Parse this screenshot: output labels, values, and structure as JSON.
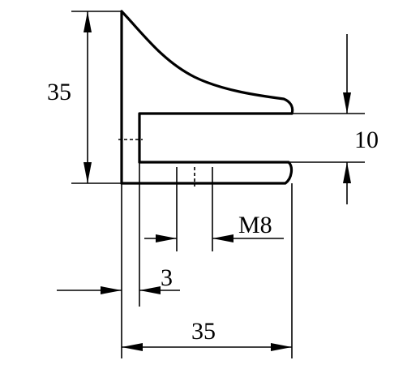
{
  "dimensions": {
    "height_left": "35",
    "slot_height": "10",
    "thread": "M8",
    "offset": "3",
    "width_bottom": "35"
  }
}
